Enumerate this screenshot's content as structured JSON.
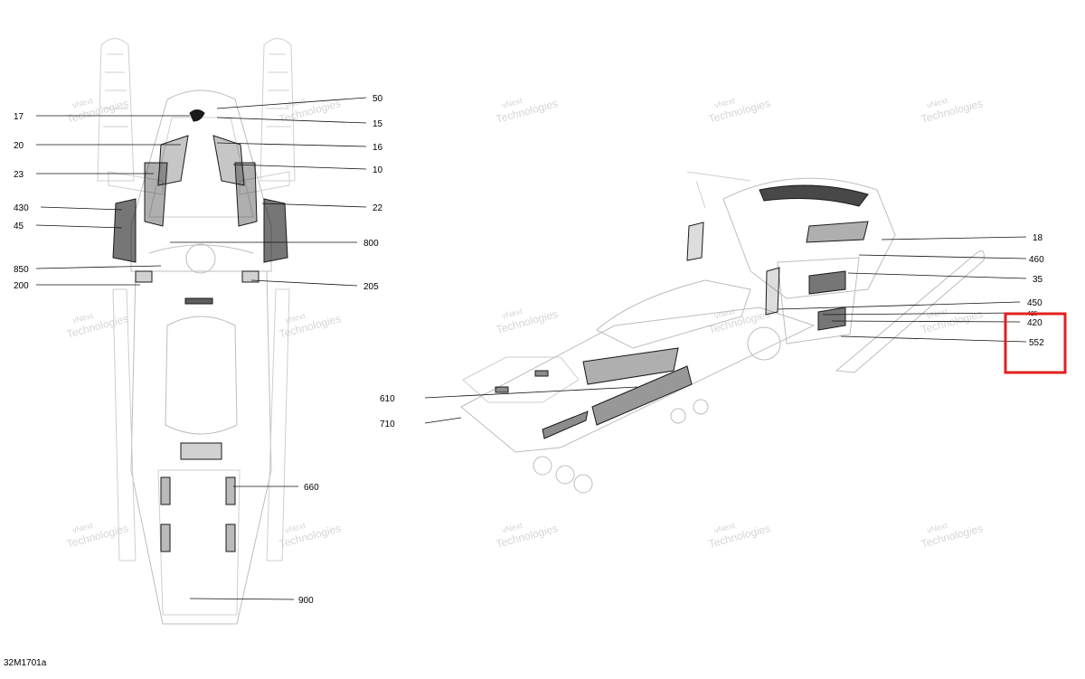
{
  "reference_id": "32M1701a",
  "watermark": {
    "line1": "vNext",
    "line2": "Technologies"
  },
  "highlight_color": "#e02020",
  "callouts_left": [
    {
      "label": "17"
    },
    {
      "label": "20"
    },
    {
      "label": "23"
    },
    {
      "label": "430"
    },
    {
      "label": "45"
    },
    {
      "label": "850"
    },
    {
      "label": "200"
    },
    {
      "label": "50"
    },
    {
      "label": "15"
    },
    {
      "label": "16"
    },
    {
      "label": "10"
    },
    {
      "label": "22"
    },
    {
      "label": "800"
    },
    {
      "label": "205"
    },
    {
      "label": "660"
    },
    {
      "label": "900"
    }
  ],
  "callouts_right": [
    {
      "label": "18"
    },
    {
      "label": "460"
    },
    {
      "label": "35"
    },
    {
      "label": "450"
    },
    {
      "label": "425"
    },
    {
      "label": "420"
    },
    {
      "label": "552"
    },
    {
      "label": "610"
    },
    {
      "label": "710"
    }
  ]
}
